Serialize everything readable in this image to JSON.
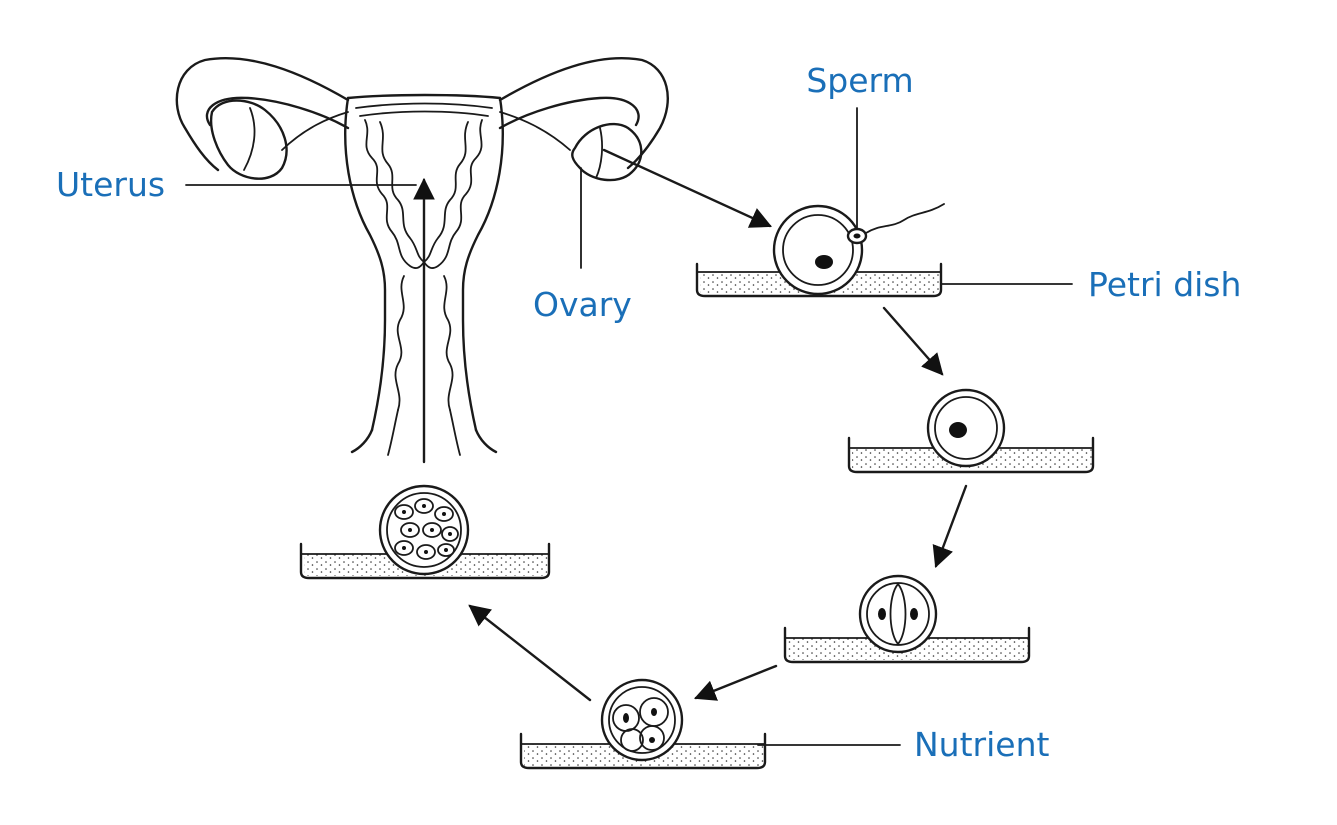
{
  "labels": {
    "sperm": "Sperm",
    "uterus": "Uterus",
    "ovary": "Ovary",
    "petri_dish": "Petri dish",
    "nutrient": "Nutrient"
  },
  "colors": {
    "label": "#1a6fb8",
    "line": "#1a1a1a"
  }
}
